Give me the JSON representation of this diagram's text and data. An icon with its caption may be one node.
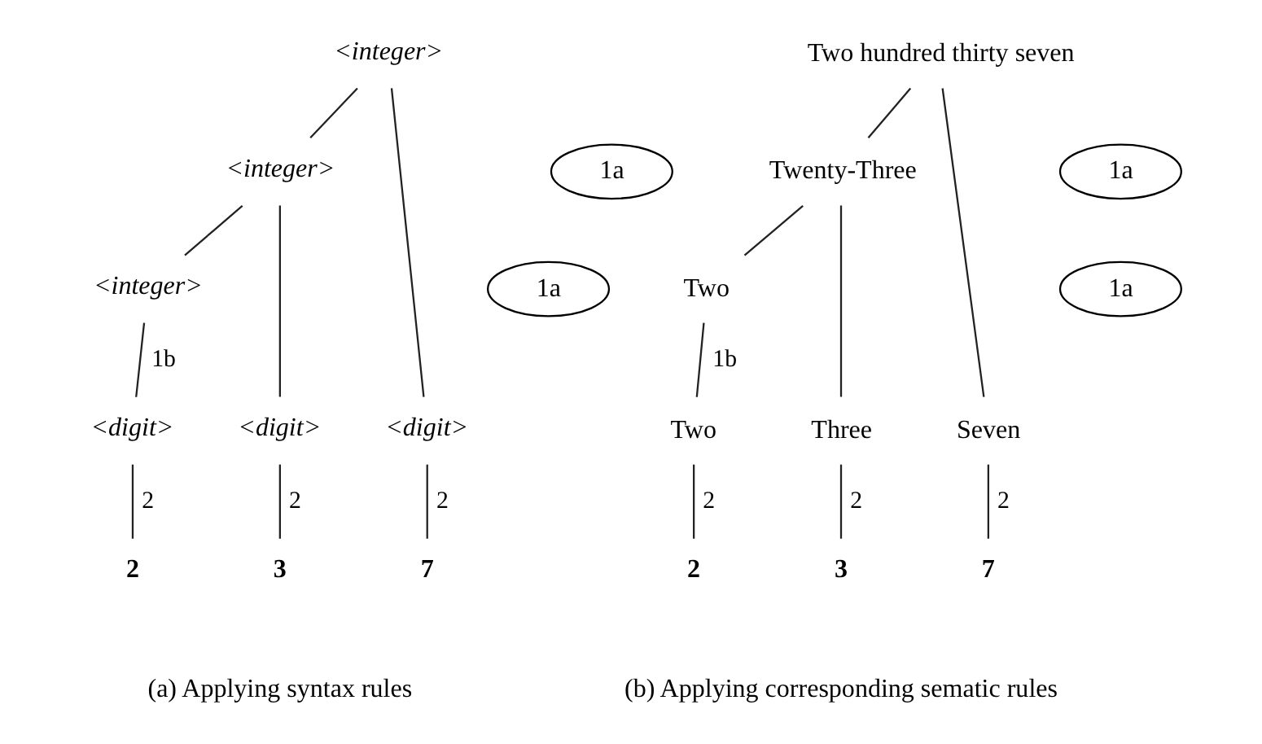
{
  "diagram": {
    "nodes": [
      {
        "text": [
          "<integer>"
        ]
      },
      {
        "text": [
          "1a"
        ]
      },
      {
        "text": [
          "<integer>"
        ]
      },
      {
        "text": [
          "1a"
        ]
      },
      {
        "text": [
          "<integer>"
        ]
      },
      {
        "text": [
          "<digit>"
        ]
      },
      {
        "text": [
          "<digit>"
        ]
      },
      {
        "text": [
          "<digit>"
        ]
      },
      {
        "text": [
          "2"
        ]
      },
      {
        "text": [
          "3"
        ]
      },
      {
        "text": [
          "7"
        ]
      },
      {
        "text": [
          "Two hundred thirty seven"
        ]
      },
      {
        "text": [
          "1a"
        ]
      },
      {
        "text": [
          "Twenty-Three"
        ]
      },
      {
        "text": [
          "1a"
        ]
      },
      {
        "text": [
          "Two"
        ]
      },
      {
        "text": [
          "Two"
        ]
      },
      {
        "text": [
          "Three"
        ]
      },
      {
        "text": [
          "Seven"
        ]
      },
      {
        "text": [
          "2"
        ]
      },
      {
        "text": [
          "3"
        ]
      },
      {
        "text": [
          "7"
        ]
      }
    ],
    "edges": [
      {
        "from": 0,
        "to": 2,
        "arrow": "none"
      },
      {
        "from": 0,
        "to": 7,
        "arrow": "none"
      },
      {
        "from": 2,
        "to": 4,
        "arrow": "none"
      },
      {
        "from": 2,
        "to": 6,
        "arrow": "none"
      },
      {
        "from": 4,
        "to": 5,
        "arrow": "none",
        "label": "1b"
      },
      {
        "from": 5,
        "to": 8,
        "arrow": "none",
        "label": "2"
      },
      {
        "from": 6,
        "to": 9,
        "arrow": "none",
        "label": "2"
      },
      {
        "from": 7,
        "to": 10,
        "arrow": "none",
        "label": "2"
      },
      {
        "from": 11,
        "to": 13,
        "arrow": "none"
      },
      {
        "from": 11,
        "to": 18,
        "arrow": "none"
      },
      {
        "from": 13,
        "to": 15,
        "arrow": "none"
      },
      {
        "from": 13,
        "to": 17,
        "arrow": "none"
      },
      {
        "from": 15,
        "to": 16,
        "arrow": "none",
        "label": "1b"
      },
      {
        "from": 16,
        "to": 19,
        "arrow": "none",
        "label": "2"
      },
      {
        "from": 17,
        "to": 20,
        "arrow": "none",
        "label": "2"
      },
      {
        "from": 18,
        "to": 21,
        "arrow": "none",
        "label": "2"
      }
    ],
    "labels": [
      "(a) Applying syntax rules",
      "(b) Applying corresponding sematic rules"
    ]
  }
}
